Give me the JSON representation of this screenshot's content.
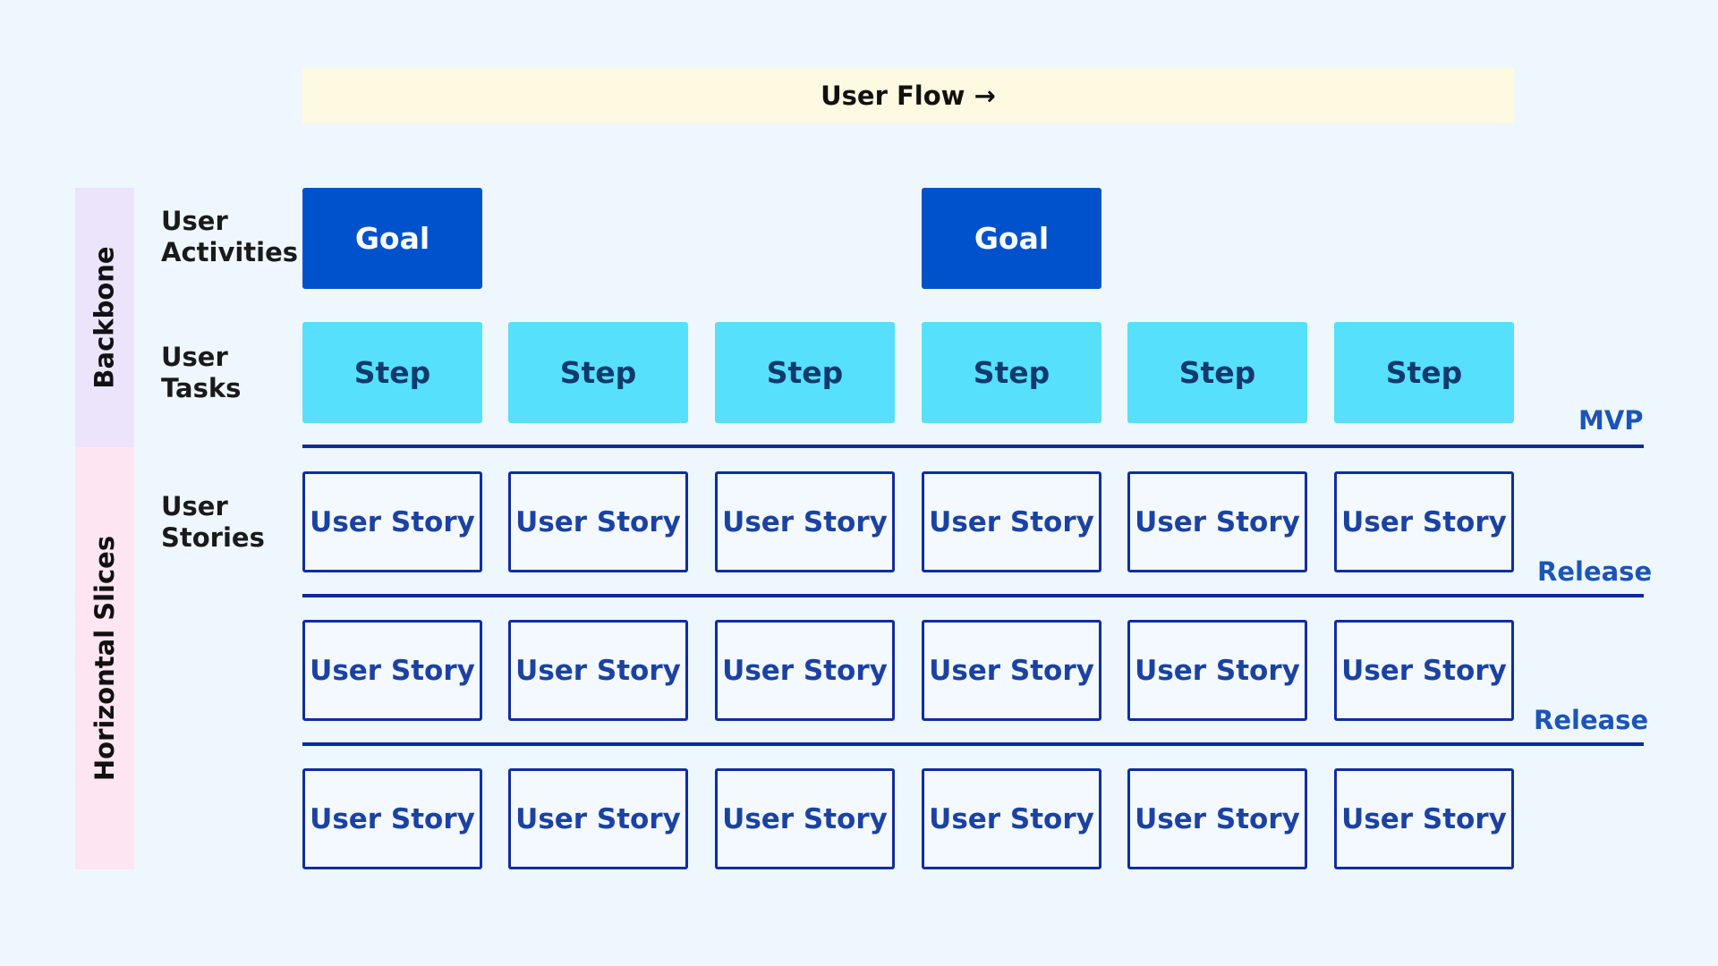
{
  "flow": {
    "label": "User Flow →"
  },
  "side": {
    "backbone": "Backbone",
    "slices": "Horizontal Slices"
  },
  "rows": {
    "activities": [
      "User",
      "Activities"
    ],
    "tasks": [
      "User",
      "Tasks"
    ],
    "stories": [
      "User",
      "Stories"
    ]
  },
  "goals": [
    "Goal",
    "Goal"
  ],
  "steps": [
    "Step",
    "Step",
    "Step",
    "Step",
    "Step",
    "Step"
  ],
  "story_rows": [
    [
      "User Story",
      "User Story",
      "User Story",
      "User Story",
      "User Story",
      "User Story"
    ],
    [
      "User Story",
      "User Story",
      "User Story",
      "User Story",
      "User Story",
      "User Story"
    ],
    [
      "User Story",
      "User Story",
      "User Story",
      "User Story",
      "User Story",
      "User Story"
    ]
  ],
  "releases": {
    "mvp": "MVP",
    "release1": "Release",
    "release2": "Release"
  },
  "colors": {
    "background": "#eff7fe",
    "goal": "#0052cc",
    "step": "#56e0fc",
    "story_border": "#0e2da3",
    "divider": "#0d2a9e",
    "release_text": "#1c55b9",
    "flow_banner": "#fefae1",
    "backbone_band": "#ebe4fb",
    "slices_band": "#fde5f2"
  }
}
